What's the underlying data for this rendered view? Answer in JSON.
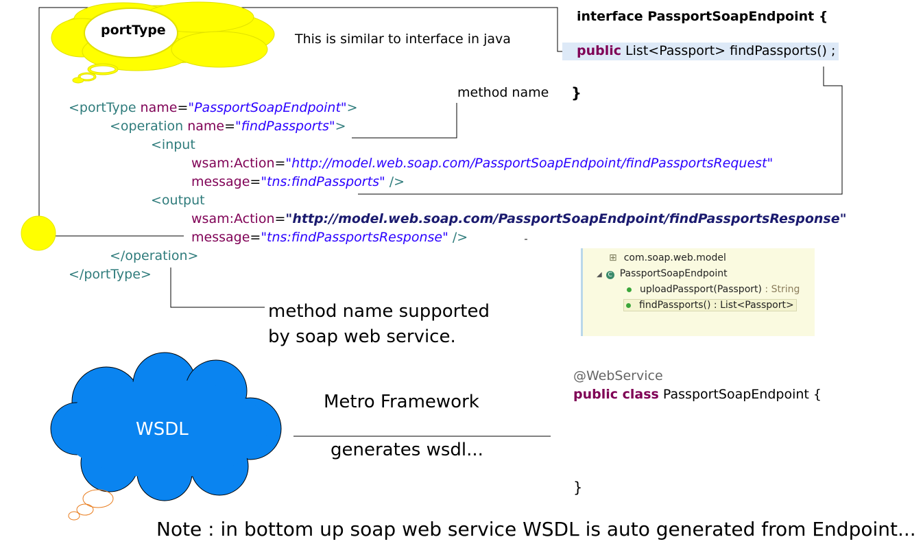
{
  "porttype_bubble": {
    "label": "portType",
    "color": "#ffff00"
  },
  "similar_note": "This is similar to interface in java",
  "java_interface": {
    "header": "interface PassportSoapEndpoint {",
    "method_keyword": "public",
    "method_rest": " List<Passport> findPassports() ;",
    "close": "}"
  },
  "method_name_label": "method name",
  "xml": {
    "l1_open": "<portType ",
    "l1_attr": "name",
    "l1_eq": "=",
    "l1_val": "\"PassportSoapEndpoint\"",
    "l1_close": ">",
    "l2_open": "<operation ",
    "l2_attr": "name",
    "l2_eq": "=",
    "l2_val": "\"findPassports\"",
    "l2_close": ">",
    "l3": "<input",
    "l4_attr": "wsam:Action",
    "l4_eq": "=",
    "l4_val": "\"http://model.web.soap.com/PassportSoapEndpoint/findPassportsRequest\"",
    "l5_attr": "message",
    "l5_eq": "=",
    "l5_val": "\"tns:findPassports\"",
    "l5_close": " />",
    "l6": "<output",
    "l7_attr": "wsam:Action",
    "l7_eq": "=",
    "l7_val": "\"http://model.web.soap.com/PassportSoapEndpoint/findPassportsResponse\"",
    "l8_attr": "message",
    "l8_eq": "=",
    "l8_val": "\"tns:findPassportsResponse\"",
    "l8_close": " />",
    "l9": "</operation>",
    "l10": "</portType>"
  },
  "supported_note": {
    "line1": "method name supported",
    "line2": "by soap web service."
  },
  "eclipse_outline": {
    "package": "com.soap.web.model",
    "class": "PassportSoapEndpoint",
    "method1_sig": "uploadPassport(Passport)",
    "method1_ret": " : String",
    "method2": "findPassports() : List<Passport>"
  },
  "java_class": {
    "annotation": "@WebService",
    "keyword": "public class",
    "name": " PassportSoapEndpoint {",
    "close": "}"
  },
  "wsdl_cloud": {
    "label": "WSDL",
    "color": "#0a84f0"
  },
  "metro_label": "Metro Framework",
  "generates_label": "generates wsdl...",
  "note": "Note : in bottom up soap web service WSDL is auto generated from Endpoint..."
}
